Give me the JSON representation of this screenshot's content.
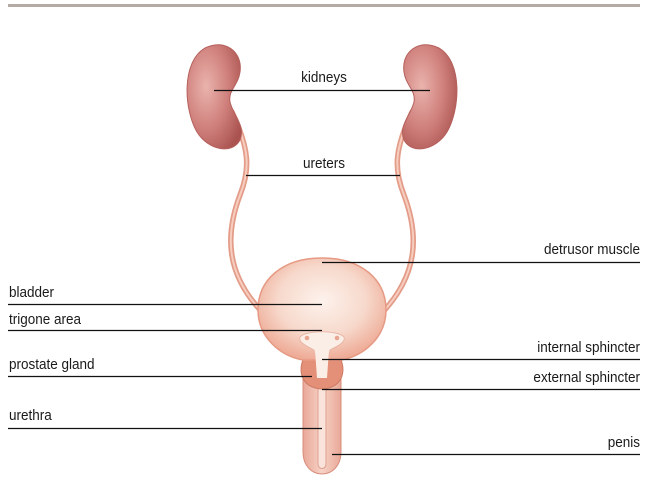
{
  "labels": {
    "kidneys": "kidneys",
    "ureters": "ureters",
    "detrusor_muscle": "detrusor muscle",
    "bladder": "bladder",
    "trigone_area": "trigone area",
    "internal_sphincter": "internal sphincter",
    "prostate_gland": "prostate gland",
    "external_sphincter": "external sphincter",
    "urethra": "urethra",
    "penis": "penis"
  },
  "colors": {
    "organ_fill": "#e9a08e",
    "organ_light": "#f9e1d8",
    "kidney_dark": "#b25c5c",
    "kidney_light": "#e7aaa4",
    "leader_line": "#111111",
    "top_rule": "#b4aca4"
  }
}
